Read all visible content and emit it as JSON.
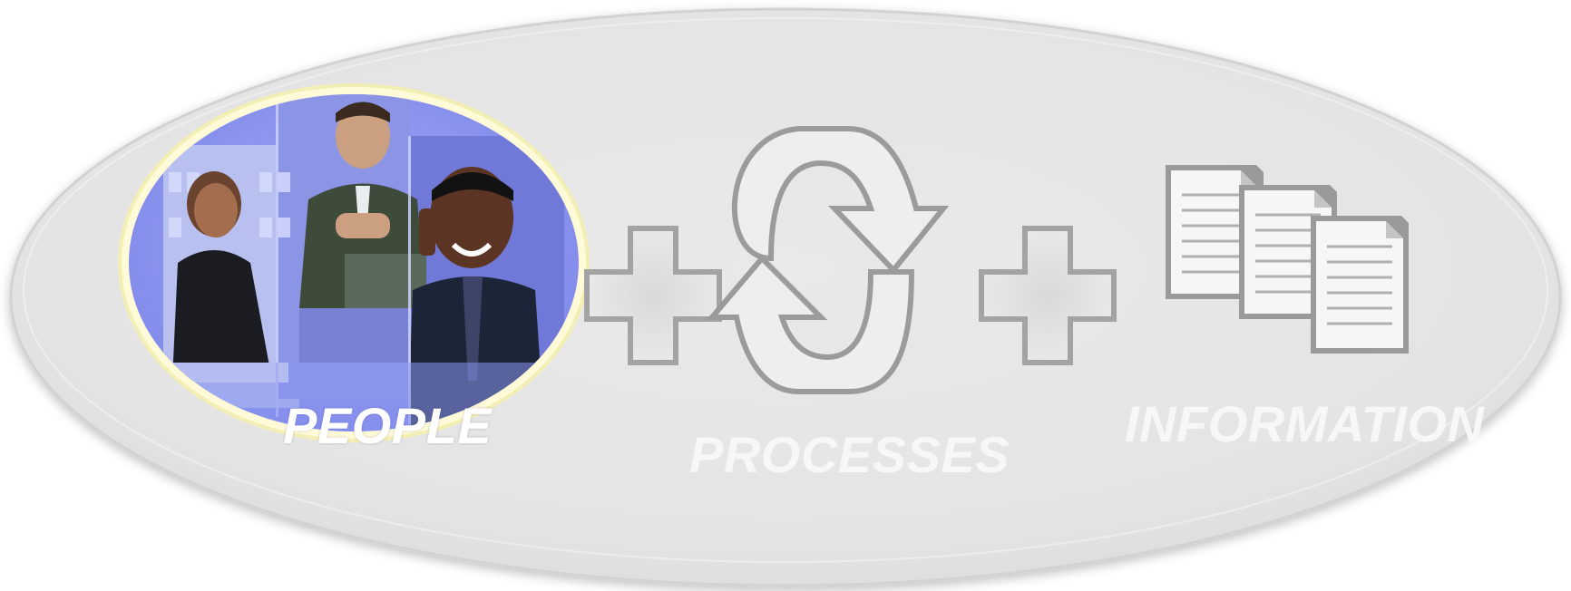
{
  "diagram": {
    "labels": {
      "people": "PEOPLE",
      "processes": "PROCESSES",
      "information": "INFORMATION"
    },
    "icons": {
      "people": "people-photo",
      "operator_1": "plus-icon",
      "processes": "cycle-arrows-icon",
      "operator_2": "plus-icon",
      "information": "documents-icon"
    },
    "colors": {
      "outer_ellipse": "#e6e6e6",
      "people_circle": "#8b95ef",
      "people_glow": "#fffbd0",
      "icon_stroke": "#9b9b9b",
      "icon_fill": "#eeeeee",
      "label_text": "#ffffff"
    }
  }
}
